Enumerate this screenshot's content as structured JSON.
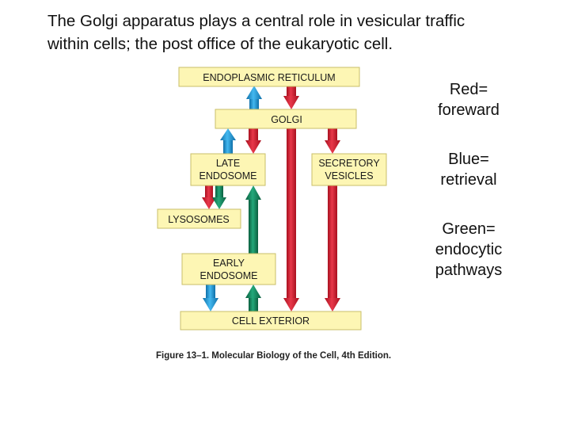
{
  "heading": {
    "line1": "The Golgi apparatus plays a central role in vesicular traffic",
    "line2": "within cells;  the post office of the eukaryotic cell."
  },
  "diagram": {
    "boxes": {
      "er": "ENDOPLASMIC RETICULUM",
      "golgi": "GOLGI",
      "late_endosome_1": "LATE",
      "late_endosome_2": "ENDOSOME",
      "secretory_1": "SECRETORY",
      "secretory_2": "VESICLES",
      "lysosomes": "LYSOSOMES",
      "early_endosome_1": "EARLY",
      "early_endosome_2": "ENDOSOME",
      "cell_exterior": "CELL EXTERIOR"
    },
    "caption": "Figure 13–1. Molecular Biology of the Cell, 4th Edition.",
    "colors": {
      "box_fill": "#fdf6b4",
      "box_stroke": "#c9bf6a",
      "forward": "#d81f35",
      "retrieval": "#1f9ee0",
      "endocytic": "#159063"
    }
  },
  "legend": {
    "red_1": "Red=",
    "red_2": "foreward",
    "blue_1": "Blue=",
    "blue_2": "retrieval",
    "green_1": "Green=",
    "green_2": "endocytic",
    "green_3": "pathways"
  }
}
